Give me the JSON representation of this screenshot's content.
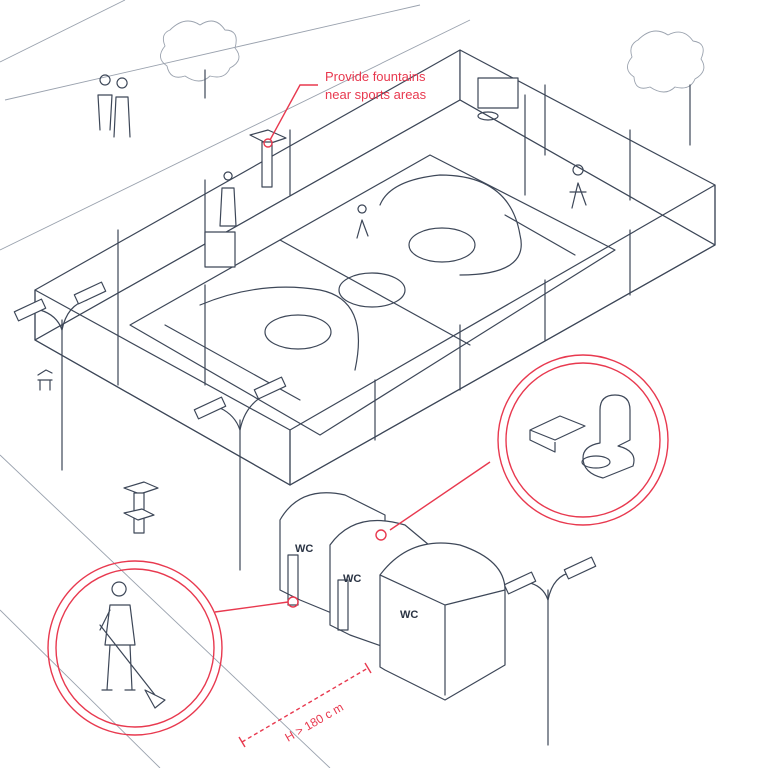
{
  "annotations": {
    "fountain_note_line1": "Provide fountains",
    "fountain_note_line2": "near sports areas",
    "height_dimension": "H > 180 c m"
  },
  "toilets": {
    "labels": [
      "WC",
      "WC",
      "WC"
    ]
  },
  "colors": {
    "accent": "#e8394f",
    "line": "#3d4758"
  }
}
